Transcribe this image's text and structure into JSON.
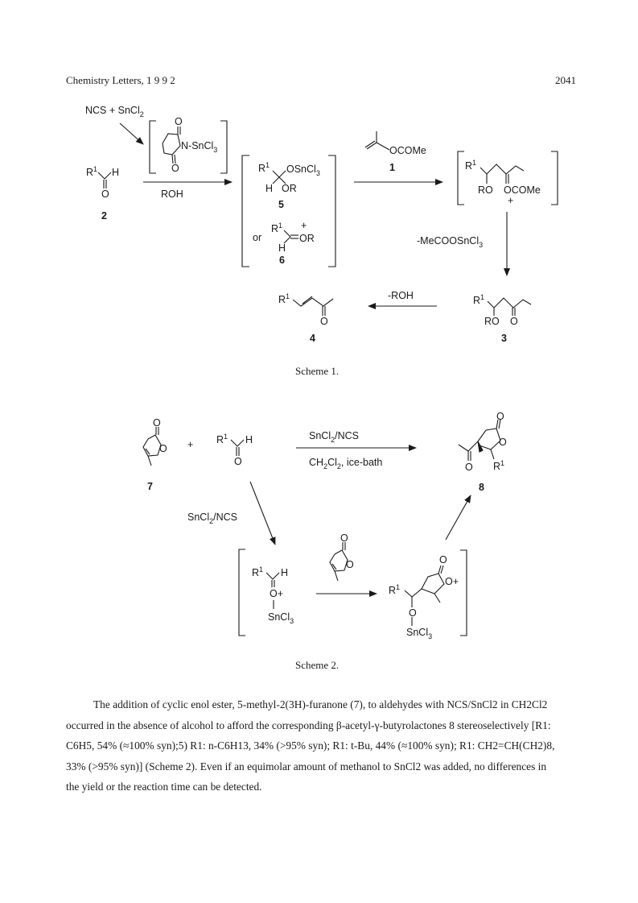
{
  "header": {
    "journal": "Chemistry Letters, 1 9 9 2",
    "page_number": "2041"
  },
  "scheme1": {
    "caption": "Scheme 1.",
    "reagent_top": "NCS + SnCl",
    "reagent_top_sub": "2",
    "nsncl3": "N-SnCl",
    "nsncl3_sub": "3",
    "roh": "ROH",
    "ald_r": "R",
    "ald_h": "H",
    "ald_o": "O",
    "cmpd2": "2",
    "int5_a": "R",
    "int5_a2": "OSnCl",
    "int5_sub3": "3",
    "int5_b": "H",
    "int5_c": "OR",
    "cmpd5": "5",
    "or_word": "or",
    "int6_plus": "+",
    "int6_or": "OR",
    "int6_h": "H",
    "cmpd6": "6",
    "enol_label": "OCOMe",
    "cmpd1": "1",
    "ion_ro": "RO",
    "ion_ocome": "OCOMe",
    "ion_plus": "+",
    "mecoo": "-MeCOOSnCl",
    "mecoo_sub": "3",
    "prod3_ro": "RO",
    "prod3_o": "O",
    "cmpd3": "3",
    "minus_roh": "-ROH",
    "prod4_o": "O",
    "cmpd4": "4",
    "superscript1": "1"
  },
  "scheme2": {
    "caption": "Scheme 2.",
    "plus": "+",
    "o": "O",
    "r": "R",
    "h": "H",
    "superscript1": "1",
    "reagent1": "SnCl",
    "reagent1_b": "/NCS",
    "solvent": "CH",
    "solvent_b": "Cl",
    "solvent_c": ", ice-bath",
    "sub2": "2",
    "sub3": "3",
    "cmpd7": "7",
    "cmpd8": "8",
    "oplus": "O+",
    "sncl3": "SnCl"
  },
  "paragraph": {
    "line1": "The addition of cyclic enol ester, 5-methyl-2(3H)-furanone (7), to aldehydes with NCS/SnCl2 in CH2Cl2",
    "line2": "occurred in the absence of alcohol to afford the corresponding β-acetyl-γ-butyrolactones 8 stereoselectively [R1:",
    "line3": "C6H5, 54% (≈100% syn);5) R1: n-C6H13, 34% (>95% syn); R1: t-Bu, 44% (≈100% syn); R1: CH2=CH(CH2)8,",
    "line4": "33% (>95% syn)] (Scheme 2).  Even if an equimolar amount of methanol to SnCl2 was added, no differences in",
    "line5": "the yield or the reaction time can be detected."
  }
}
